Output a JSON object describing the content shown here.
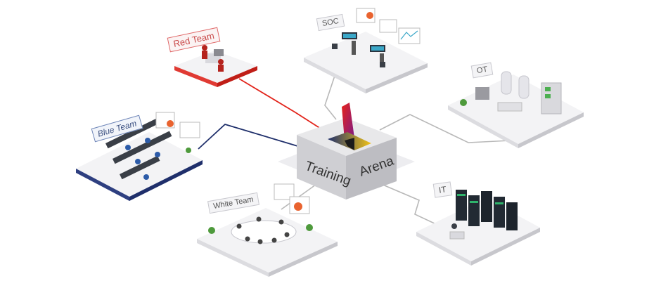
{
  "hub": {
    "word1": "Training",
    "word2": "Arena"
  },
  "nodes": {
    "red_team": {
      "label": "Red Team"
    },
    "soc": {
      "label": "SOC"
    },
    "ot": {
      "label": "OT"
    },
    "blue_team": {
      "label": "Blue Team"
    },
    "white_team": {
      "label": "White Team"
    },
    "it": {
      "label": "IT"
    }
  },
  "colors": {
    "red_link": "#e2231a",
    "blue_link": "#1f2f6b",
    "gray_link": "#b8b8b8",
    "platform_top": "#f3f3f5",
    "platform_side": "#dcdce0",
    "hub_top": "#e8e8ea",
    "hub_left": "#cfcfd3",
    "hub_right": "#bdbdc2"
  }
}
